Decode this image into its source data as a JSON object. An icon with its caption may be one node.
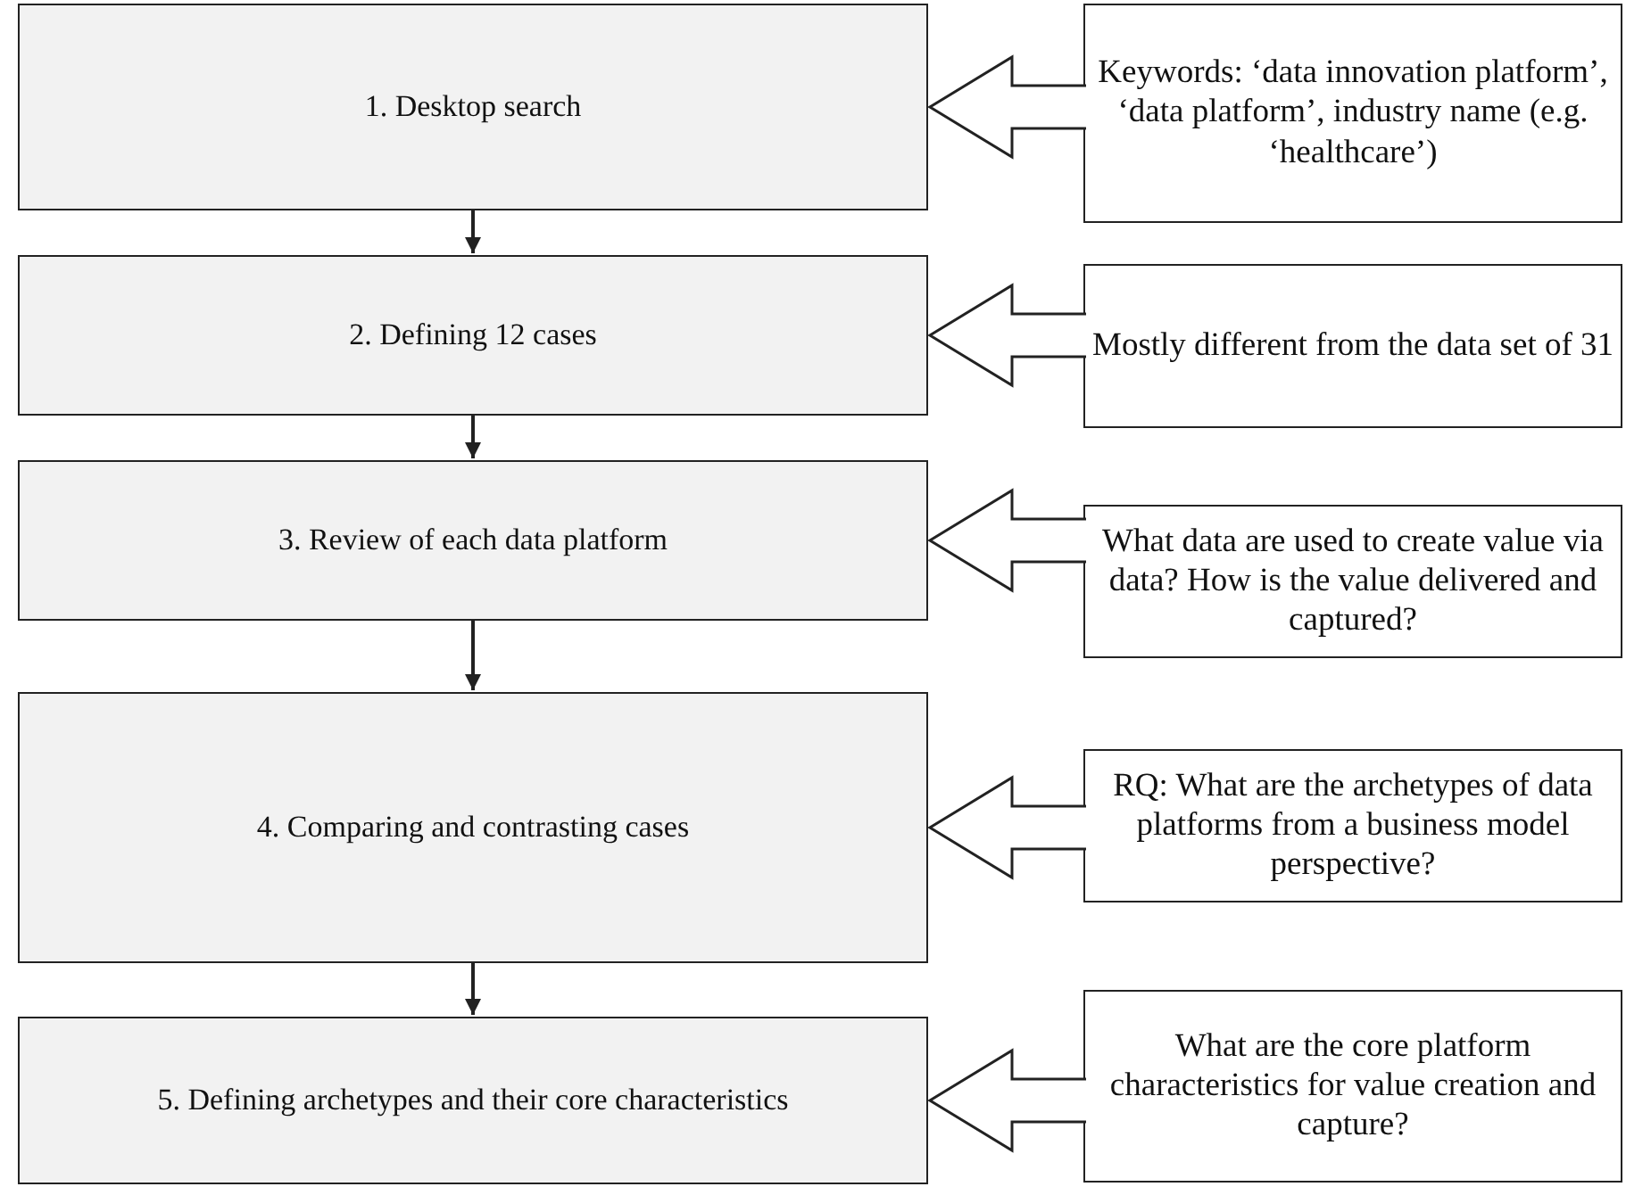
{
  "diagram": {
    "nodes": [
      {
        "text": [
          "1. Desktop search"
        ]
      },
      {
        "text": [
          "2. Defining 12 cases"
        ]
      },
      {
        "text": [
          "3. Review of each data platform"
        ]
      },
      {
        "text": [
          "4. Comparing and contrasting cases"
        ]
      },
      {
        "text": [
          "5. Defining archetypes and their core characteristics"
        ]
      },
      {
        "text": [
          "Keywords: ‘data innovation platform’, ‘data platform’, industry name (e.g. ‘healthcare’)"
        ]
      },
      {
        "text": [
          "Mostly different from the data set of 31"
        ]
      },
      {
        "text": [
          "What data are used to create value via data? How is the value delivered and captured?"
        ]
      },
      {
        "text": [
          "RQ: What are the archetypes of data platforms from a business model perspective?"
        ]
      },
      {
        "text": [
          "What are the core platform characteristics for value creation and capture?"
        ]
      }
    ],
    "edges": [
      {
        "from": 0,
        "to": 1,
        "arrow": "to"
      },
      {
        "from": 1,
        "to": 2,
        "arrow": "to"
      },
      {
        "from": 2,
        "to": 3,
        "arrow": "to"
      },
      {
        "from": 3,
        "to": 4,
        "arrow": "to"
      },
      {
        "from": 5,
        "to": 0,
        "arrow": "to"
      },
      {
        "from": 6,
        "to": 1,
        "arrow": "to"
      },
      {
        "from": 7,
        "to": 2,
        "arrow": "to"
      },
      {
        "from": 8,
        "to": 3,
        "arrow": "to"
      },
      {
        "from": 9,
        "to": 4,
        "arrow": "to"
      }
    ]
  }
}
